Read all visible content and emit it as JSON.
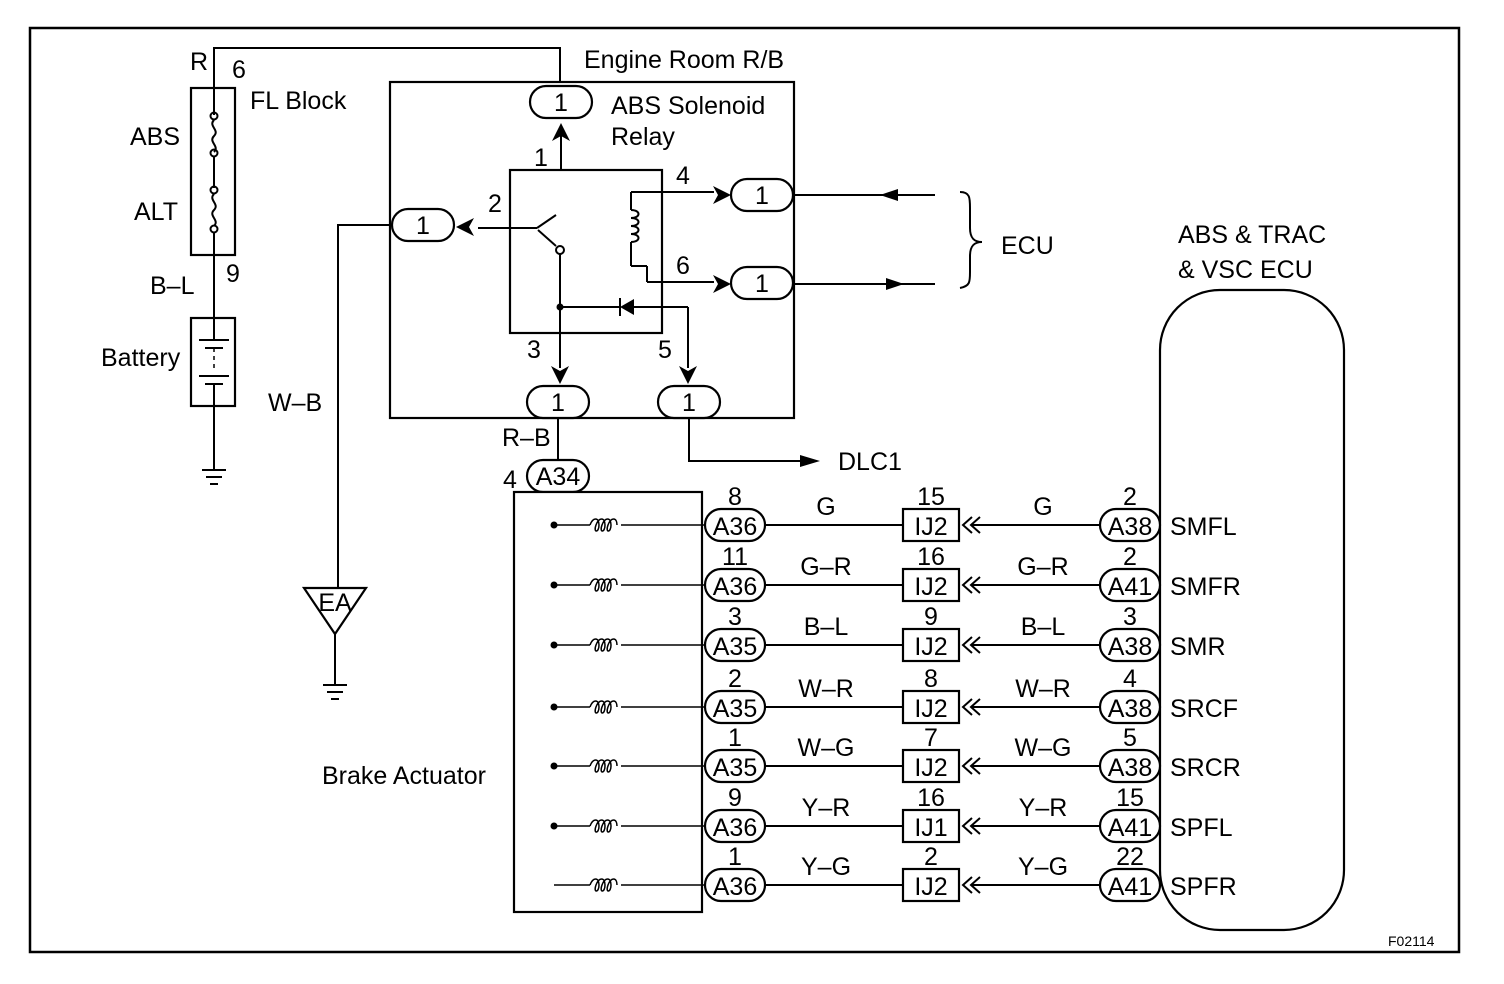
{
  "fuse_block": {
    "wire_top": "R",
    "pin_top": "6",
    "name": "FL Block",
    "fuse_abs": "ABS",
    "fuse_alt": "ALT",
    "pin_bottom": "9",
    "wire_bottom": "B–L"
  },
  "battery": {
    "label": "Battery"
  },
  "relay_box": {
    "engine_room": "Engine Room R/B",
    "relay_name_1": "ABS  Solenoid",
    "relay_name_2": "Relay",
    "connector_label": "1",
    "pins": {
      "p1": "1",
      "p2": "2",
      "p3": "3",
      "p4": "4",
      "p5": "5",
      "p6": "6"
    }
  },
  "wires": {
    "wb": "W–B",
    "rb": "R–B"
  },
  "ecu_group": "ECU",
  "dlc": "DLC1",
  "ground_ea": "EA",
  "actuator": {
    "label": "Brake Actuator",
    "connector": "A34",
    "pin": "4"
  },
  "ecu_main": {
    "line1": "ABS & TRAC",
    "line2": "& VSC ECU"
  },
  "circuits": [
    {
      "act_pin": "8",
      "act_conn": "A36",
      "wire_left": "G",
      "ij_pin": "15",
      "ij": "IJ2",
      "wire_right": "G",
      "ecu_pin": "2",
      "ecu_conn": "A38",
      "signal": "SMFL"
    },
    {
      "act_pin": "11",
      "act_conn": "A36",
      "wire_left": "G–R",
      "ij_pin": "16",
      "ij": "IJ2",
      "wire_right": "G–R",
      "ecu_pin": "2",
      "ecu_conn": "A41",
      "signal": "SMFR"
    },
    {
      "act_pin": "3",
      "act_conn": "A35",
      "wire_left": "B–L",
      "ij_pin": "9",
      "ij": "IJ2",
      "wire_right": "B–L",
      "ecu_pin": "3",
      "ecu_conn": "A38",
      "signal": "SMR"
    },
    {
      "act_pin": "2",
      "act_conn": "A35",
      "wire_left": "W–R",
      "ij_pin": "8",
      "ij": "IJ2",
      "wire_right": "W–R",
      "ecu_pin": "4",
      "ecu_conn": "A38",
      "signal": "SRCF"
    },
    {
      "act_pin": "1",
      "act_conn": "A35",
      "wire_left": "W–G",
      "ij_pin": "7",
      "ij": "IJ2",
      "wire_right": "W–G",
      "ecu_pin": "5",
      "ecu_conn": "A38",
      "signal": "SRCR"
    },
    {
      "act_pin": "9",
      "act_conn": "A36",
      "wire_left": "Y–R",
      "ij_pin": "16",
      "ij": "IJ1",
      "wire_right": "Y–R",
      "ecu_pin": "15",
      "ecu_conn": "A41",
      "signal": "SPFL"
    },
    {
      "act_pin": "1",
      "act_conn": "A36",
      "wire_left": "Y–G",
      "ij_pin": "2",
      "ij": "IJ2",
      "wire_right": "Y–G",
      "ecu_pin": "22",
      "ecu_conn": "A41",
      "signal": "SPFR"
    }
  ],
  "figure_id": "F02114"
}
